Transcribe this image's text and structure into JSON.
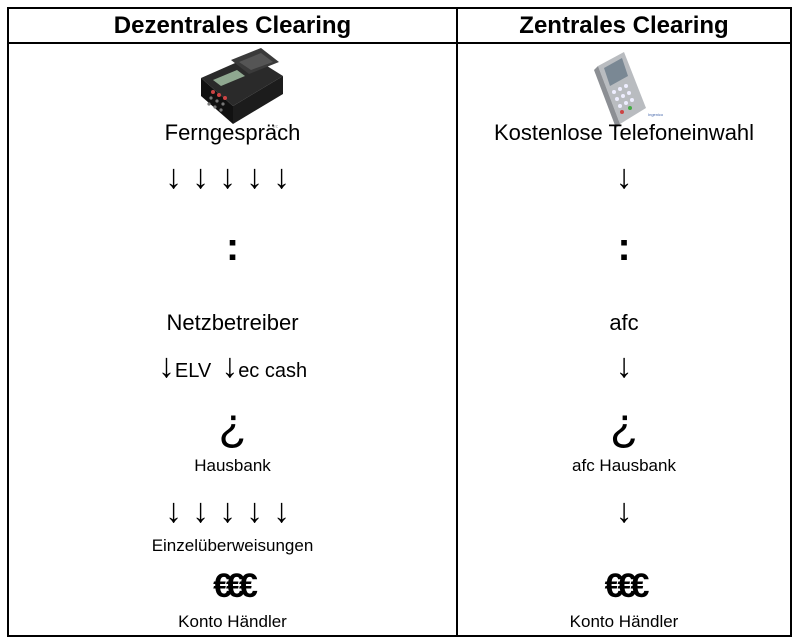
{
  "left": {
    "header": "Dezentrales Clearing",
    "step1": "Ferngespräch",
    "arrows5": "↓↓↓↓↓",
    "colon": ":",
    "step2": "Netzbetreiber",
    "elv_arrow": "↓",
    "elv_label": "ELV",
    "ec_arrow": "↓",
    "ec_label": "ec cash",
    "hook": "¿",
    "step3": "Hausbank",
    "arrows5b": "↓↓↓↓↓",
    "step4": "Einzelüberweisungen",
    "euro": "€€€",
    "step5": "Konto Händler"
  },
  "right": {
    "header": "Zentrales Clearing",
    "step1": "Kostenlose Telefoneinwahl",
    "arrow1": "↓",
    "colon": ":",
    "step2": "afc",
    "arrow2": "↓",
    "hook": "¿",
    "step3": "afc Hausbank",
    "arrow3": "↓",
    "euro": "€€€",
    "step5": "Konto Händler"
  }
}
